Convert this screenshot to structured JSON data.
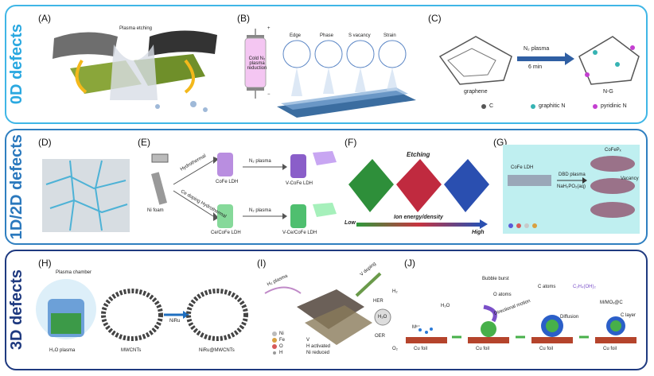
{
  "rows": [
    {
      "label": "0D defects"
    },
    {
      "label": "1D/2D defects"
    },
    {
      "label": "3D defects"
    }
  ],
  "panels": {
    "A": {
      "label": "(A)",
      "plasma_etching": "Plasma etching"
    },
    "B": {
      "label": "(B)",
      "reactor_text": "Cold N₂ plasma reduction",
      "plus": "+",
      "minus": "−",
      "types": [
        "Edge",
        "Phase",
        "S vacancy",
        "Strain"
      ]
    },
    "C": {
      "label": "(C)",
      "arrow_text": "N₂ plasma",
      "time": "6 min",
      "left_name": "graphene",
      "right_name": "N-G",
      "legend": [
        "C",
        "graphitic N",
        "pyridinic N"
      ]
    },
    "D": {
      "label": "(D)"
    },
    "E": {
      "label": "(E)",
      "substrate": "Ni foam",
      "route_top": "Hydrothermal",
      "route_bottom": "Ce doping Hydrothermal",
      "plasma_top": "N₂ plasma",
      "plasma_bottom": "N₂ plasma",
      "top_before": "CoFe LDH",
      "top_after": "V-CoFe LDH",
      "bottom_before": "Ce/CoFe LDH",
      "bottom_after": "V-Ce/CoFe LDH"
    },
    "F": {
      "label": "(F)",
      "etching": "Etching",
      "axis": "Ion energy/density",
      "low": "Low",
      "high": "High"
    },
    "G": {
      "label": "(G)",
      "material": "CoFe LDH",
      "treatment": "DBD plasma",
      "reagent": "NaH₂PO₂(aq)",
      "product": "CoFePₓ",
      "vacancy": "Vacancy"
    },
    "H": {
      "label": "(H)",
      "chamber": "Plasma chamber",
      "source": "H₂O plasma",
      "substrate": "MWCNTs",
      "reagent": "NiRu",
      "product": "NiRu@MWCNTs"
    },
    "I": {
      "label": "(I)",
      "h2_plasma": "H₂ plasma",
      "v_doping": "V doping",
      "her": "HER",
      "oer": "OER",
      "h2": "H₂",
      "o2": "O₂",
      "water": "H₂O",
      "legend": [
        "Ni",
        "Fe",
        "O",
        "H",
        "V",
        "H activated",
        "Ni reduced"
      ]
    },
    "J": {
      "label": "(J)",
      "metal_ion": "Mⁿ⁺",
      "water": "H₂O",
      "bubble_burst": "Bubble burst",
      "o_atoms": "O atoms",
      "directional_motion": "Directional motion",
      "c_atoms": "C atoms",
      "diffusion": "Diffusion",
      "precursor": "C₂H₄(OH)₂",
      "product": "M/MOₓ@C",
      "c_layer": "C layer",
      "foil": "Cu foil"
    }
  },
  "colors": {
    "row0": "#3fb6e6",
    "row1": "#2f7fc0",
    "row2": "#1f3a80"
  }
}
